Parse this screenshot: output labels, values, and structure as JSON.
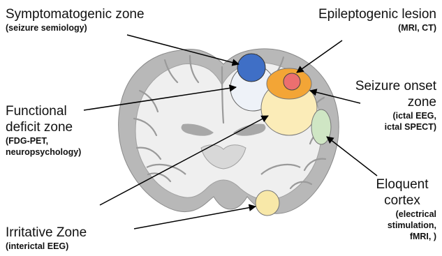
{
  "labels": {
    "symptomatogenic": {
      "title": "Symptomatogenic zone",
      "detail": "(seizure semiology)"
    },
    "epileptogenic": {
      "title": "Epileptogenic lesion",
      "detail": "(MRI, CT)"
    },
    "seizure_onset": {
      "title_line1": "Seizure onset",
      "title_line2": "zone",
      "detail_line1": "(ictal EEG,",
      "detail_line2": "ictal SPECT)"
    },
    "functional_deficit": {
      "title_line1": "Functional",
      "title_line2": "deficit zone",
      "detail_line1": "(FDG-PET,",
      "detail_line2": "neuropsychology)"
    },
    "eloquent": {
      "title_line1": "Eloquent",
      "title_line2": "cortex",
      "detail_line1": "(electrical",
      "detail_line2": "stimulation,",
      "detail_line3": "fMRI, )"
    },
    "irritative": {
      "title": "Irritative Zone",
      "detail": "(interictal EEG)"
    }
  },
  "colors": {
    "symptomatogenic_zone": "#3f6fc6",
    "functional_deficit_zone": "#eef2f8",
    "seizure_onset_zone": "#f3a536",
    "epileptogenic_lesion": "#ec6f6f",
    "irritative_zone_upper": "#fbecb8",
    "eloquent_cortex": "#cfe6c4",
    "irritative_zone_lower": "#f8e8a8",
    "brain_gray_matter": "#b8b8b8",
    "brain_white_matter": "#efefef"
  }
}
